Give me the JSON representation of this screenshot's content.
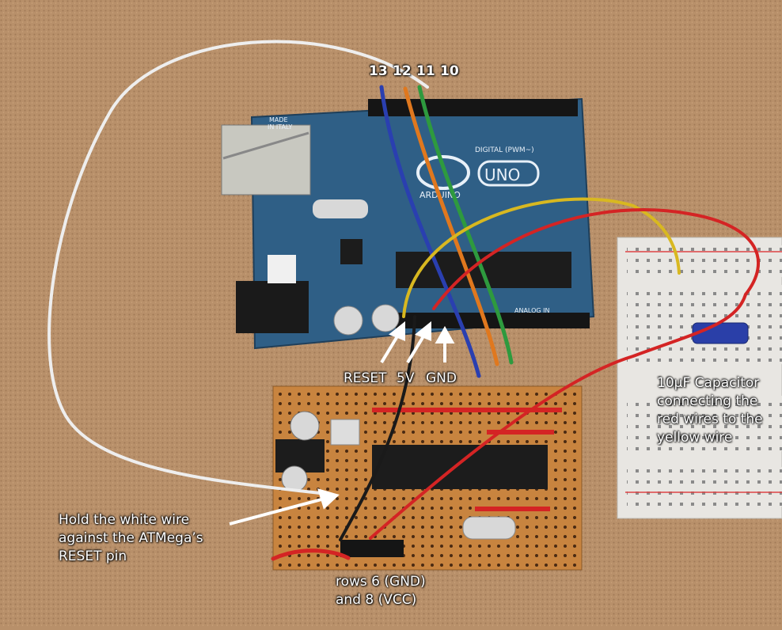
{
  "labels": {
    "pins": [
      "13",
      "12",
      "11",
      "10"
    ],
    "reset": "RESET",
    "v5": "5V",
    "gnd": "GND",
    "cap_line1": "10µF Capacitor",
    "cap_line2": "connecting the",
    "cap_line3": "red wires to the",
    "cap_line4": "yellow wire",
    "hold_line1": "Hold the white wire",
    "hold_line2": "against the ATMega’s",
    "hold_line3": "RESET pin",
    "rows_line1": "rows 6 (GND)",
    "rows_line2": "and 8 (VCC)"
  },
  "board_text": {
    "uno": "UNO",
    "arduino": "ARDUINO",
    "made_in": "MADE",
    "italy": "IN ITALY",
    "digital": "DIGITAL (PWM~)",
    "analog": "ANALOG IN"
  },
  "colors": {
    "background": "#b8906a",
    "arduino_board": "#2f5f86",
    "stripboard": "#c8843f",
    "breadboard": "#e8e6e2",
    "wire_blue": "#2a3fb0",
    "wire_orange": "#e0781e",
    "wire_green": "#2e9a3e",
    "wire_yellow": "#d8b820",
    "wire_red": "#d42424",
    "wire_white": "#eeeeee",
    "wire_black": "#1a1a1a"
  }
}
